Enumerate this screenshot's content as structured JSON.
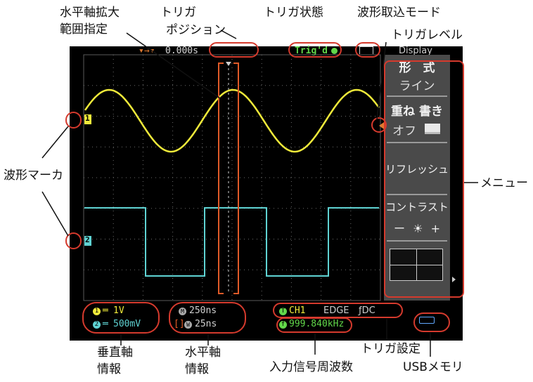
{
  "annotations": {
    "horizontal_zoom_l1": "水平軸拡大",
    "horizontal_zoom_l2": "範囲指定",
    "trigger_position_l1": "トリガ",
    "trigger_position_l2": "ポジション",
    "trigger_status": "トリガ状態",
    "acquire_mode": "波形取込モード",
    "trigger_level": "トリガレベル",
    "waveform_marker": "波形マーカ",
    "menu": "メニュー",
    "vertical_info_l1": "垂直軸",
    "vertical_info_l2": "情報",
    "horizontal_info_l1": "水平軸",
    "horizontal_info_l2": "情報",
    "input_frequency": "入力信号周波数",
    "trigger_settings": "トリガ設定",
    "usb_memory": "USBメモリ"
  },
  "screen": {
    "trigger_position_value": "0.000s",
    "trigger_state": "Trig'd",
    "display_label": "Display",
    "menu": {
      "format_label": "形　式",
      "format_value": "ライン",
      "overlay_label": "重ね 書き",
      "overlay_value": "オフ",
      "refresh_label": "リフレッシュ",
      "contrast_label": "コントラスト",
      "contrast_minus": "ー",
      "contrast_plus": "+"
    },
    "ch1_marker": "1",
    "ch2_marker": "2",
    "ch1_badge": "1",
    "ch2_badge": "2",
    "ch1_scale": "1V",
    "ch2_scale": "500mV",
    "main_badge": "M",
    "zoom_badge": "W",
    "timebase": "250ns",
    "zoom_timebase": "25ns",
    "trigger_badge": "T",
    "trigger_source": "CH1",
    "trigger_type": "EDGE",
    "trigger_coupling": "ƒDC",
    "freq_badge": "f",
    "frequency": "999.840kHz"
  },
  "colors": {
    "ch1": "#f0ea3a",
    "ch2": "#5fd3d3",
    "trigger_green": "#62d84a",
    "zoom_bracket": "#e05a28",
    "annotation_red": "#d53a2d",
    "screen_bg": "#000000"
  }
}
